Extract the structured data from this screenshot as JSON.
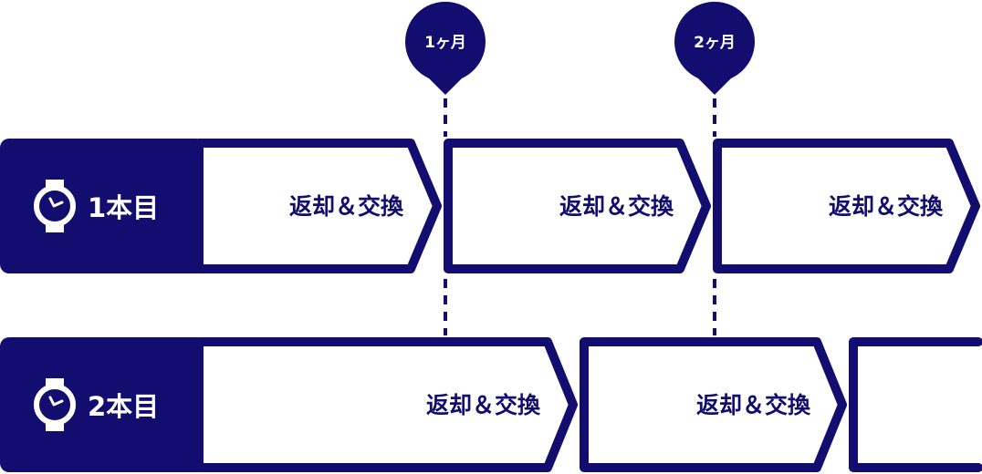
{
  "accent_color": "#120d6e",
  "markers": [
    {
      "label": "1ヶ月"
    },
    {
      "label": "2ヶ月"
    }
  ],
  "rows": [
    {
      "label": "1本目",
      "icon": "watch-icon",
      "segments": [
        "返却＆交換",
        "返却＆交換",
        "返却＆交換"
      ]
    },
    {
      "label": "2本目",
      "icon": "watch-icon",
      "segments": [
        "返却＆交換",
        "返却＆交換",
        ""
      ]
    }
  ]
}
